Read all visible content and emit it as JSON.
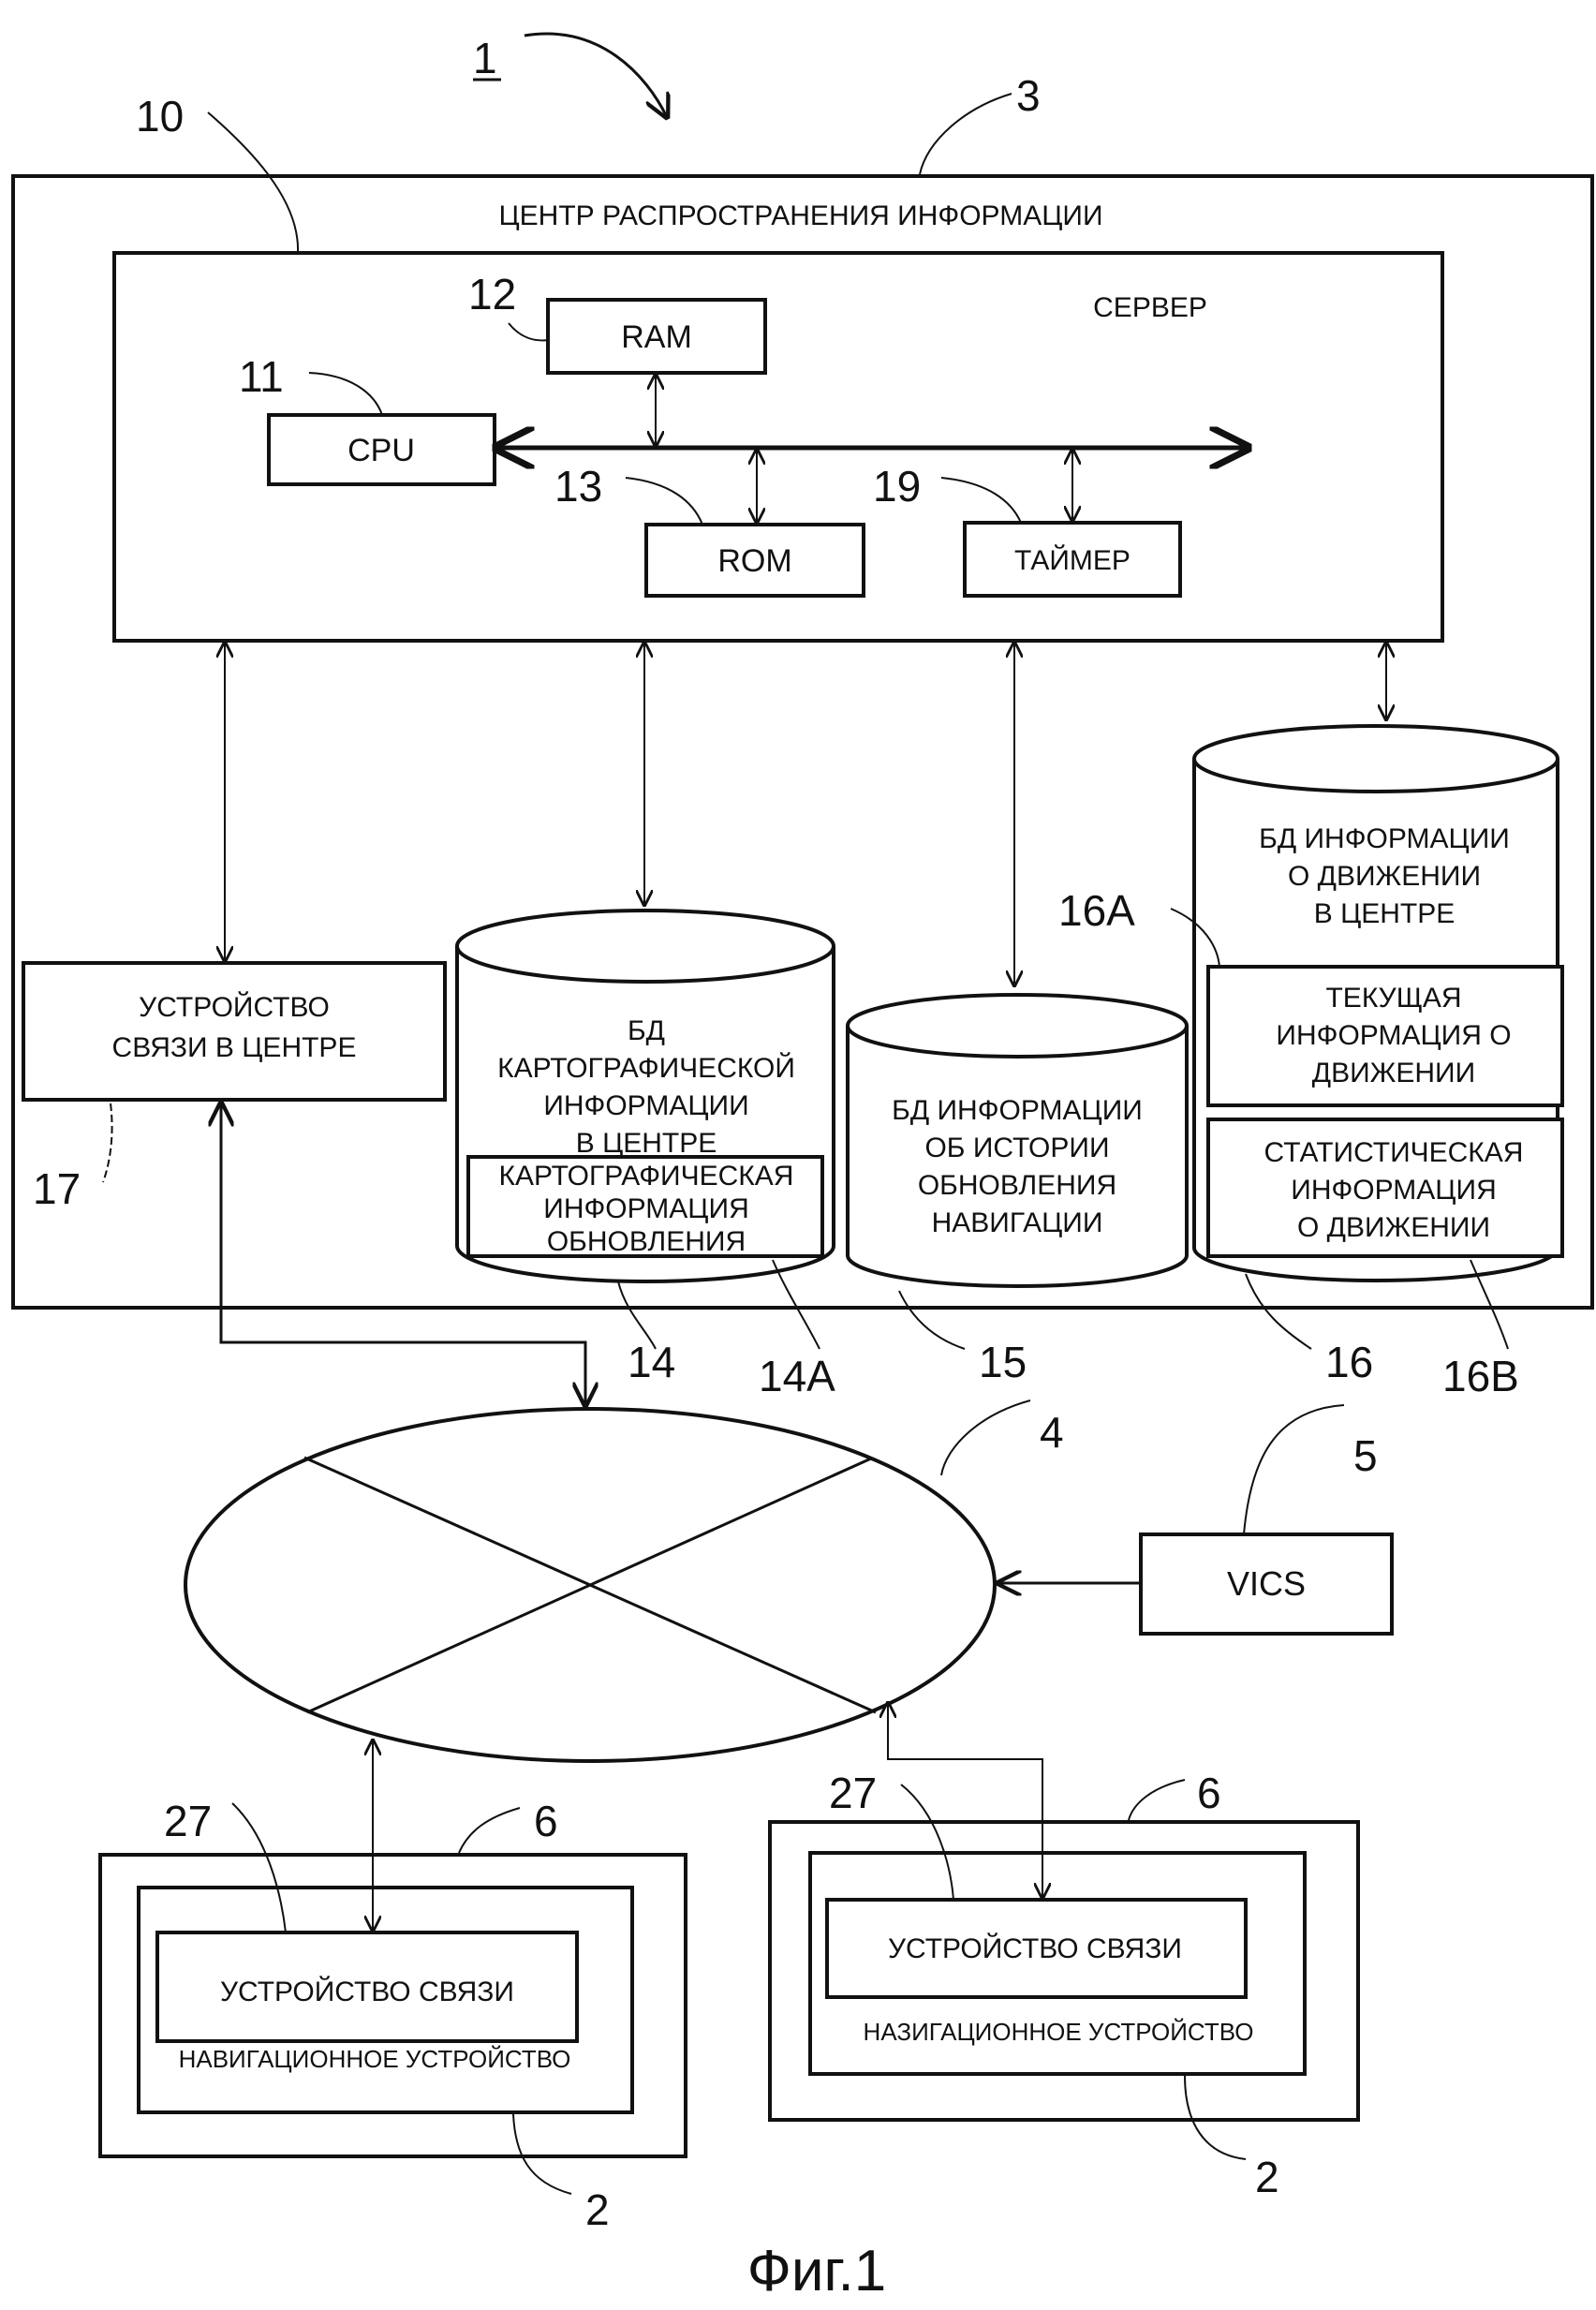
{
  "figure": {
    "caption": "Фиг.1",
    "system_ref": "1"
  },
  "center": {
    "ref": "3",
    "title": "ЦЕНТР РАСПРОСТРАНЕНИЯ ИНФОРМАЦИИ",
    "server": {
      "ref": "10",
      "title": "СЕРВЕР",
      "ram": {
        "ref": "12",
        "label": "RAM"
      },
      "cpu": {
        "ref": "11",
        "label": "CPU"
      },
      "rom": {
        "ref": "13",
        "label": "ROM"
      },
      "timer": {
        "ref": "19",
        "label": "ТАЙМЕР"
      }
    },
    "comm_device": {
      "ref": "17",
      "lines": [
        "УСТРОЙСТВО",
        "СВЯЗИ В ЦЕНТРЕ"
      ]
    },
    "map_db": {
      "ref": "14",
      "lines": [
        "БД",
        "КАРТОГРАФИЧЕСКОЙ",
        "ИНФОРМАЦИИ",
        "В ЦЕНТРЕ"
      ],
      "update_info": {
        "ref": "14A",
        "lines": [
          "КАРТОГРАФИЧЕСКАЯ",
          "ИНФОРМАЦИЯ",
          "ОБНОВЛЕНИЯ"
        ]
      }
    },
    "history_db": {
      "ref": "15",
      "lines": [
        "БД ИНФОРМАЦИИ",
        "ОБ ИСТОРИИ",
        "ОБНОВЛЕНИЯ",
        "НАВИГАЦИИ"
      ]
    },
    "traffic_db": {
      "ref": "16",
      "lines": [
        "БД ИНФОРМАЦИИ",
        "О ДВИЖЕНИИ",
        "В ЦЕНТРЕ"
      ],
      "current": {
        "ref": "16A",
        "lines": [
          "ТЕКУЩАЯ",
          "ИНФОРМАЦИЯ О",
          "ДВИЖЕНИИ"
        ]
      },
      "statistical": {
        "ref": "16B",
        "lines": [
          "СТАТИСТИЧЕСКАЯ",
          "ИНФОРМАЦИЯ",
          "О ДВИЖЕНИИ"
        ]
      }
    }
  },
  "network": {
    "ref": "4"
  },
  "vics": {
    "ref": "5",
    "label": "VICS"
  },
  "vehicles": [
    {
      "vehicle_ref": "6",
      "nav_ref": "2",
      "comm_ref": "27",
      "comm_label": "УСТРОЙСТВО СВЯЗИ",
      "nav_label": "НАВИГАЦИОННОЕ УСТРОЙСТВО"
    },
    {
      "vehicle_ref": "6",
      "nav_ref": "2",
      "comm_ref": "27",
      "comm_label": "УСТРОЙСТВО СВЯЗИ",
      "nav_label": "НАЗИГАЦИОННОЕ УСТРОЙСТВО"
    }
  ]
}
